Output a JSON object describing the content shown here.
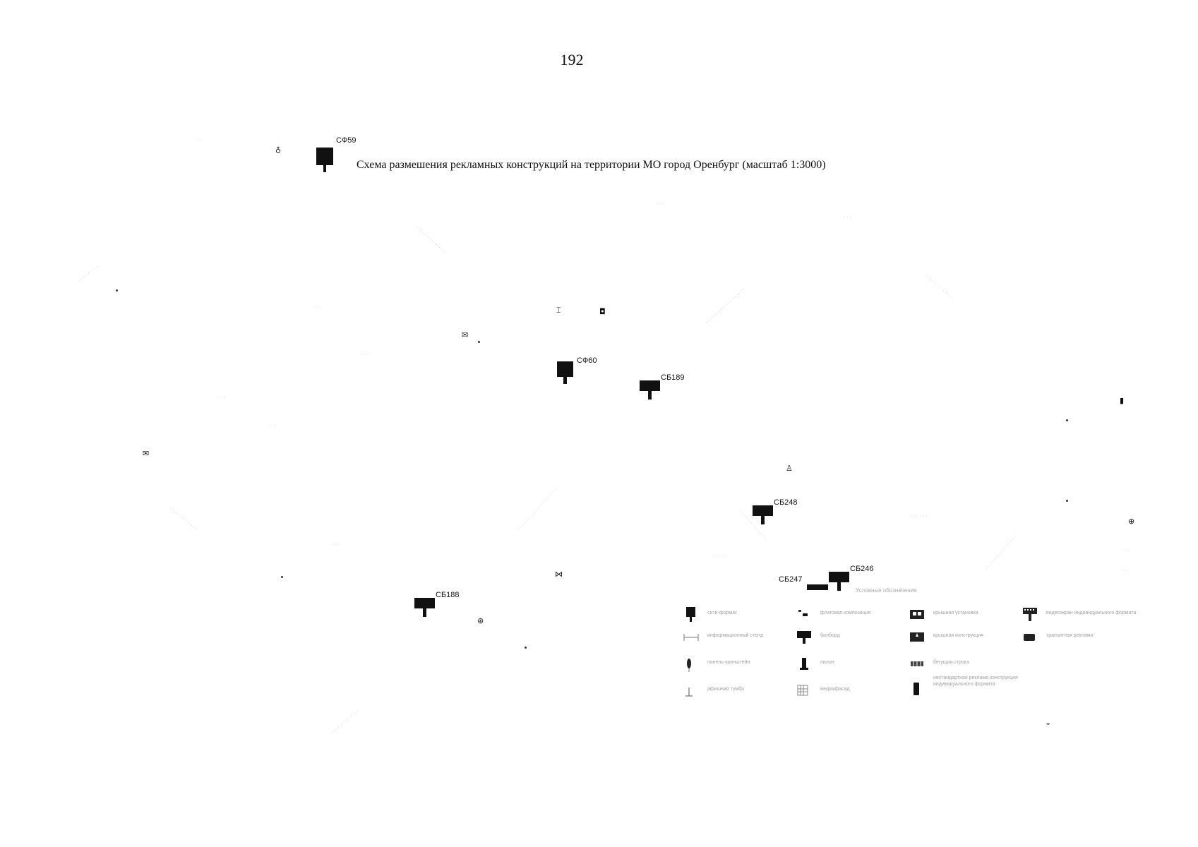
{
  "page": {
    "number": "192"
  },
  "map": {
    "title": "Схема размешения рекламных конструкций на территории МО город Оренбург (масштаб 1:3000)"
  },
  "markers": [
    {
      "id": "СФ59",
      "label": "СФ59",
      "kind": "flag"
    },
    {
      "id": "СФ60",
      "label": "СФ60",
      "kind": "flag"
    },
    {
      "id": "СБ189",
      "label": "СБ189",
      "kind": "billboard"
    },
    {
      "id": "СБ248",
      "label": "СБ248",
      "kind": "billboard"
    },
    {
      "id": "СБ246",
      "label": "СБ246",
      "kind": "billboard"
    },
    {
      "id": "СБ247",
      "label": "СБ247",
      "kind": "bar"
    },
    {
      "id": "СБ188",
      "label": "СБ188",
      "kind": "billboard"
    }
  ],
  "legend": {
    "title": "Условные обозначения",
    "items": [
      {
        "symbol": "city-format-icon",
        "label": "сити-формат"
      },
      {
        "symbol": "flag-composition-icon",
        "label": "флаговая композиция"
      },
      {
        "symbol": "roof-installation-icon",
        "label": "крышная установка"
      },
      {
        "symbol": "video-screen-icon",
        "label": "видеоэкран индивидуального формата"
      },
      {
        "symbol": "info-stand-icon",
        "label": "информационный стенд"
      },
      {
        "symbol": "billboard-icon",
        "label": "билборд"
      },
      {
        "symbol": "roof-construction-icon",
        "label": "крышная конструкция"
      },
      {
        "symbol": "transit-ad-icon",
        "label": "транзитная реклама"
      },
      {
        "symbol": "bracket-panel-icon",
        "label": "панель-кронштейн"
      },
      {
        "symbol": "pylon-icon",
        "label": "пилон"
      },
      {
        "symbol": "running-line-icon",
        "label": "бегущая строка"
      },
      {
        "symbol": "wayfinding-icon",
        "label": "афишная тумба"
      },
      {
        "symbol": "media-facade-icon",
        "label": "медиафасад"
      },
      {
        "symbol": "non-standard-icon",
        "label": "нестандартная реклама конструкция индивидуального формата"
      }
    ]
  }
}
